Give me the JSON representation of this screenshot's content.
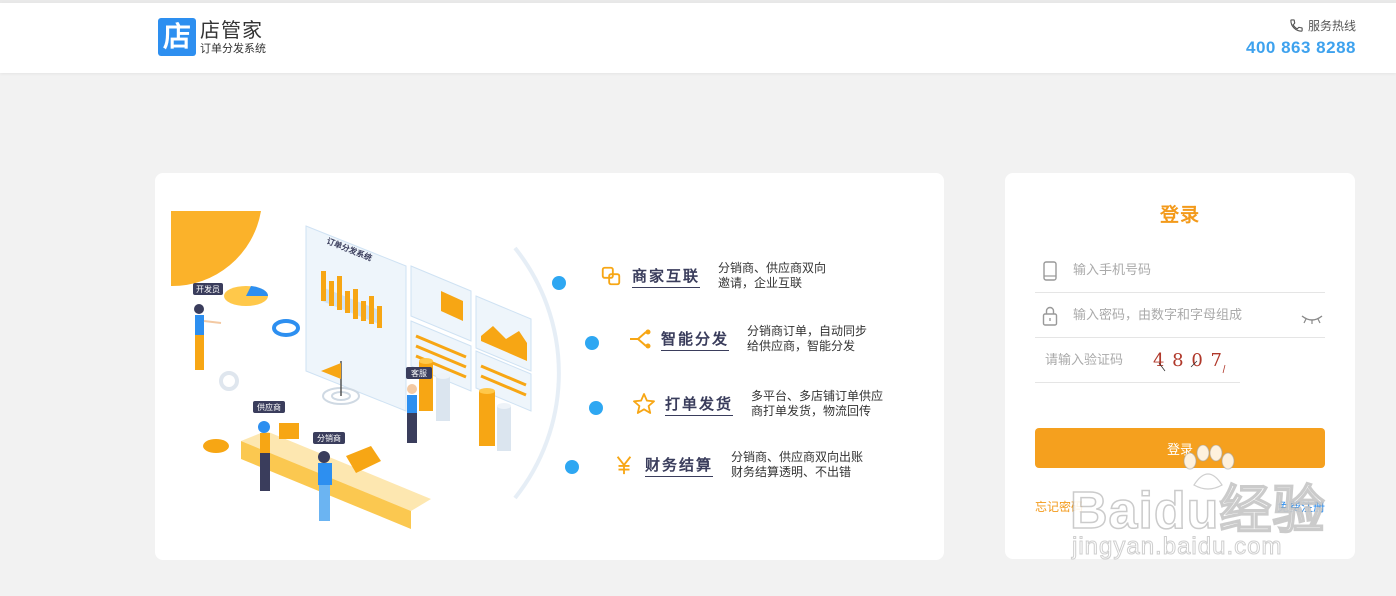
{
  "header": {
    "logo_badge": "店",
    "logo_name": "店管家",
    "logo_sub": "订单分发系统",
    "hotline_label": "服务热线",
    "hotline_number": "400 863 8288"
  },
  "illustration_tags": {
    "kaifa": "开发员",
    "kefu": "客服",
    "gongying": "供应商",
    "fenxiao": "分销商",
    "clipboard": "订单分发系统"
  },
  "features": [
    {
      "title": "商家互联",
      "desc1": "分销商、供应商双向",
      "desc2": "邀请，企业互联",
      "icon": "link-icon"
    },
    {
      "title": "智能分发",
      "desc1": "分销商订单，自动同步",
      "desc2": "给供应商，智能分发",
      "icon": "share-icon"
    },
    {
      "title": "打单发货",
      "desc1": "多平台、多店铺订单供应",
      "desc2": "商打单发货，物流回传",
      "icon": "star-icon"
    },
    {
      "title": "财务结算",
      "desc1": "分销商、供应商双向出账",
      "desc2": "财务结算透明、不出错",
      "icon": "yen-icon"
    }
  ],
  "login": {
    "title": "登录",
    "phone_placeholder": "输入手机号码",
    "password_placeholder": "输入密码，由数字和字母组成",
    "captcha_placeholder": "请输入验证码",
    "captcha_text": "4 8 0 7",
    "submit_label": "登录",
    "forgot_label": "忘记密码",
    "register_label": "免费注册"
  },
  "watermark": {
    "main": "Baidu经验",
    "sub": "jingyan.baidu.com"
  },
  "colors": {
    "accent_orange": "#f5a01e",
    "link_blue": "#2d8ff0",
    "hotline_blue": "#3ea2ee",
    "dot_blue": "#2ea7f2"
  }
}
